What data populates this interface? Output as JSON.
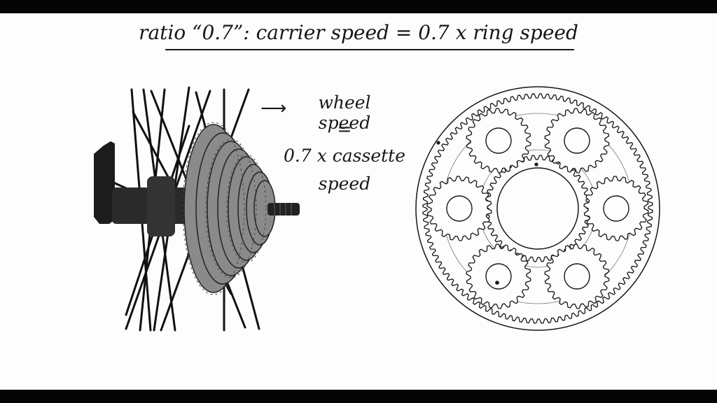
{
  "title": "ratio “0.7”: carrier speed = 0.7 x ring speed",
  "annotation": {
    "line1": "wheel speed",
    "equals": "=",
    "line2": "0.7 x cassette",
    "line3": "speed"
  },
  "icons": {
    "arrow": "right-arrow-icon"
  },
  "colors": {
    "ink": "#161616",
    "background": "#fdfdfd",
    "letterbox": "#050505"
  },
  "gears": {
    "planet_count": 6,
    "ring_teeth": 100,
    "sun_teeth": 44,
    "planet_teeth": 22
  }
}
